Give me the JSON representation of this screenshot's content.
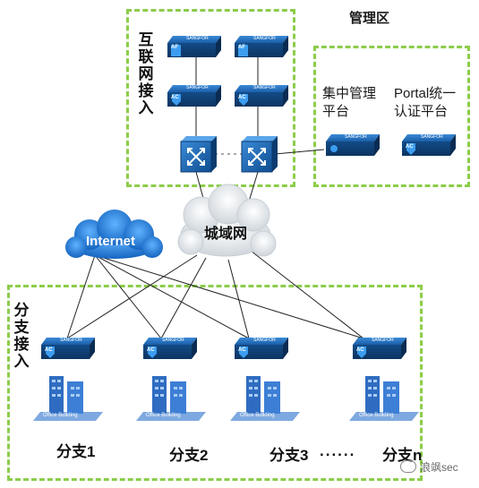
{
  "zones": {
    "management_title": "管理区",
    "internet_access_label": "互联网接入",
    "branch_access_label": "分支接入"
  },
  "platforms": {
    "central_mgmt": "集中管理平台",
    "portal_auth": "Portal统一认证平台"
  },
  "clouds": {
    "internet": "Internet",
    "metro": "城域网"
  },
  "devices": {
    "af_badge": "AF",
    "ac_badge": "AC",
    "brand": "SANGFOR"
  },
  "branches": {
    "b1": "分支1",
    "b2": "分支2",
    "b3": "分支3",
    "ellipsis": "......",
    "bn": "分支n",
    "building_caption": "Office Building"
  },
  "watermark": "浪飒sec",
  "colors": {
    "zone_border": "#8ccd4a",
    "device_blue": "#1f64b0",
    "internet_cloud": "#1f7fd1"
  }
}
